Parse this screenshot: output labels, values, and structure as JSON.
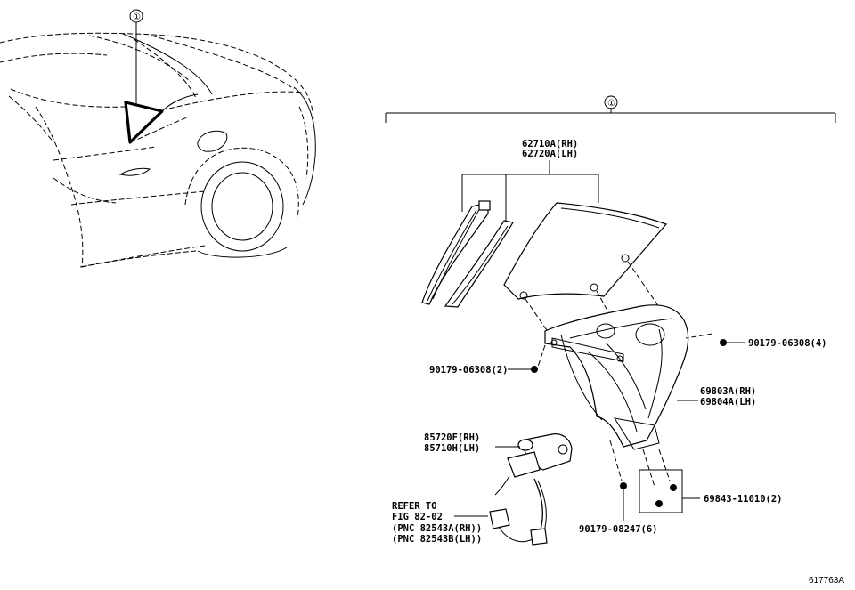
{
  "callout_ref": "①",
  "labels": {
    "glass": [
      "62710A(RH)",
      "62720A(LH)"
    ],
    "regulator": [
      "69803A(RH)",
      "69804A(LH)"
    ],
    "motor": [
      "85720F(RH)",
      "85710H(LH)"
    ],
    "refer": [
      "REFER TO",
      "FIG 82-02",
      "(PNC 82543A(RH))",
      "(PNC 82543B(LH))"
    ],
    "bolt_left": "90179-06308(2)",
    "bolt_right": "90179-06308(4)",
    "bolt_bottom": "90179-08247(6)",
    "clip": "69843-11010(2)"
  },
  "figure_id": "617763A"
}
